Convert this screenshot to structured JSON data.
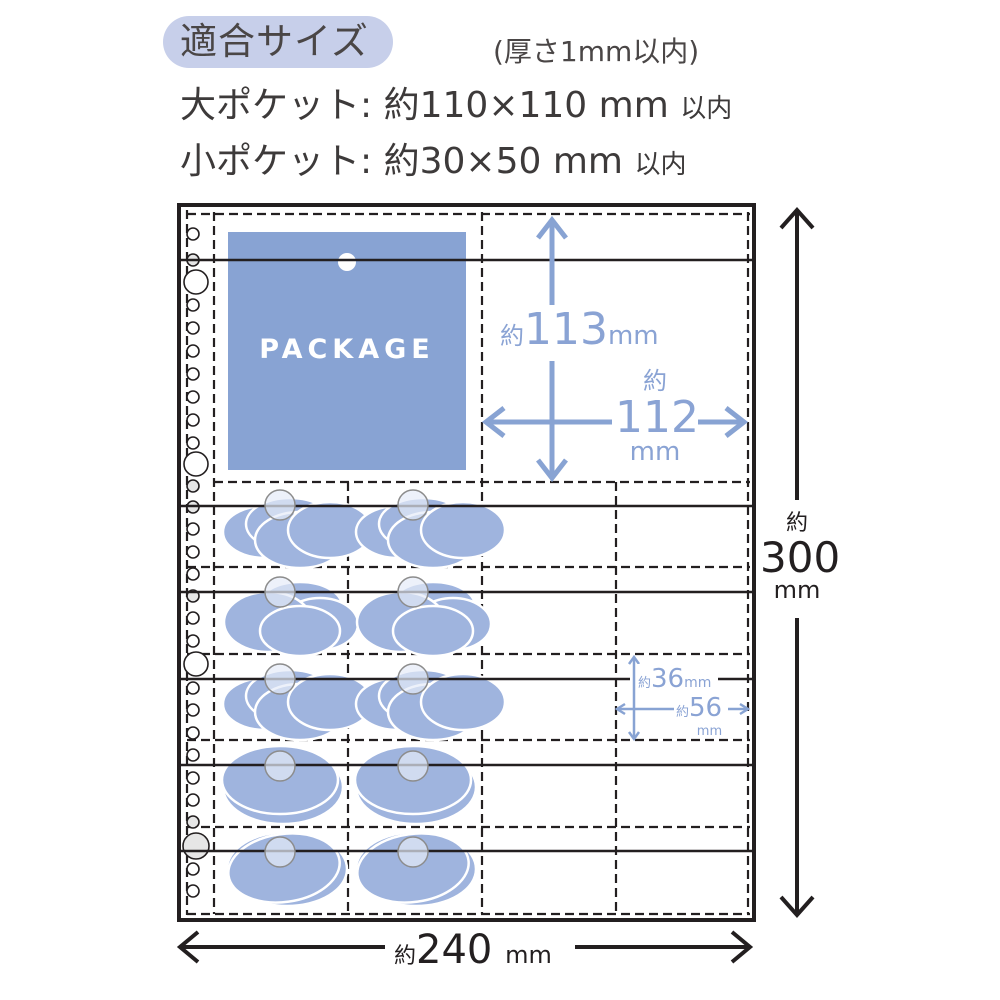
{
  "header": {
    "badge_label": "適合サイズ",
    "thickness_note": "(厚さ1mm以内)",
    "specs": [
      {
        "label": "大ポケット",
        "separator": ":",
        "prefix": "約",
        "size": "110×110",
        "unit": "mm",
        "suffix": "以内"
      },
      {
        "label": "小ポケット",
        "separator": ":",
        "prefix": "約",
        "size": "30×50",
        "unit": "mm",
        "suffix": "以内"
      }
    ]
  },
  "diagram": {
    "package_label": "PACKAGE",
    "large_pocket": {
      "height": {
        "prefix": "約",
        "value": "113",
        "unit": "mm"
      },
      "width": {
        "prefix": "約",
        "value": "112",
        "unit": "mm"
      }
    },
    "small_pocket": {
      "height": {
        "prefix": "約",
        "value": "36",
        "unit": "mm"
      },
      "width": {
        "prefix": "約",
        "value": "56",
        "unit": "mm"
      }
    },
    "sheet": {
      "height": {
        "prefix": "約",
        "value": "300",
        "unit": "mm"
      },
      "width": {
        "prefix": "約",
        "value": "240",
        "unit": "mm"
      }
    },
    "small_pocket_grid": {
      "rows": 5,
      "columns": 4
    },
    "colors": {
      "item_blue": "#88a3d3",
      "badge_bg": "#c7cfea",
      "dimension_blue": "#8aa3d4",
      "line_dark": "#231f20"
    }
  }
}
